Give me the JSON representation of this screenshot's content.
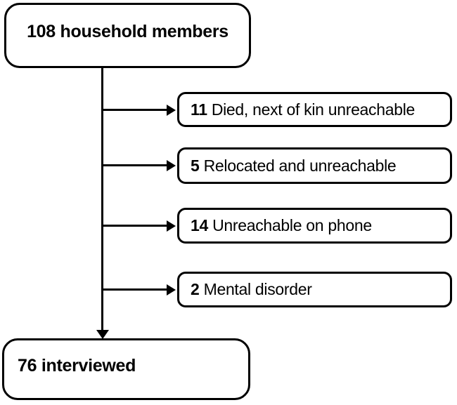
{
  "diagram": {
    "start_box": {
      "label": "108 household members"
    },
    "exclusions": [
      {
        "count": "11",
        "label": "Died, next of kin unreachable"
      },
      {
        "count": "5",
        "label": "Relocated and unreachable"
      },
      {
        "count": "14",
        "label": "Unreachable on phone"
      },
      {
        "count": "2",
        "label": "Mental disorder"
      }
    ],
    "end_box": {
      "label": "76 interviewed"
    },
    "colors": {
      "border": "#000000",
      "background": "#ffffff",
      "text": "#000000"
    }
  }
}
